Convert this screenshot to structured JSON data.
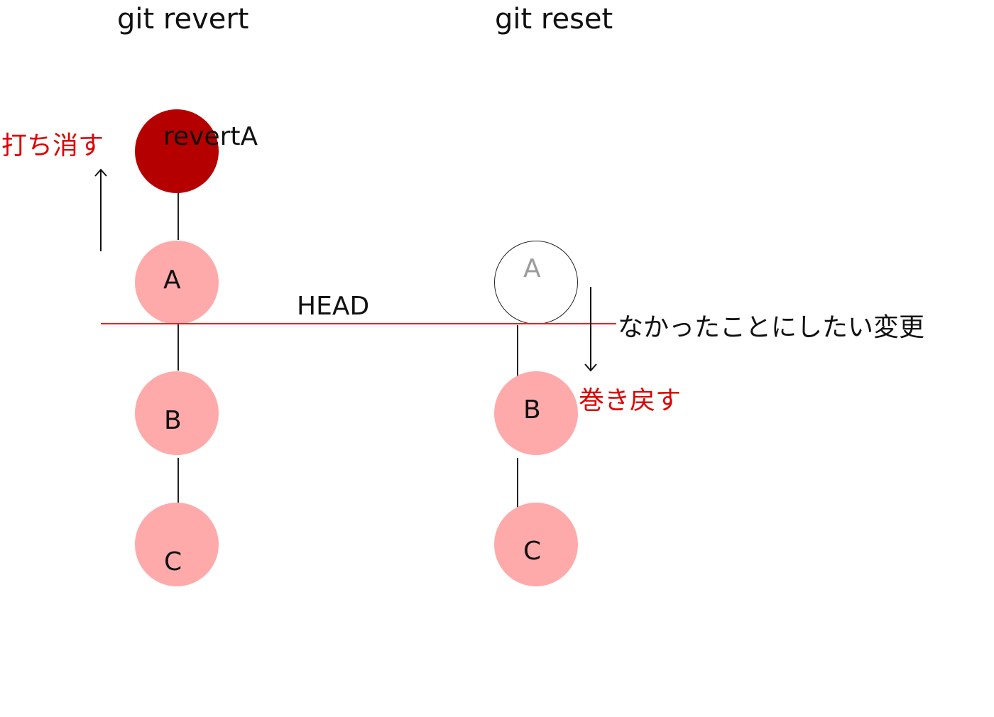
{
  "titles": {
    "revert": "git revert",
    "reset": "git reset"
  },
  "revert_column": {
    "nodes": {
      "revertA": "revertA",
      "a": "A",
      "b": "B",
      "c": "C"
    },
    "undo_label": "打ち消す"
  },
  "reset_column": {
    "nodes": {
      "a": "A",
      "b": "B",
      "c": "C"
    },
    "rewind_label": "巻き戻す"
  },
  "head_label": "HEAD",
  "change_label": "なかったことにしたい変更",
  "colors": {
    "node_fill": "#ffaaaa",
    "revert_node_fill": "#b50000",
    "head_line": "#e02424",
    "annotation_red": "#e00000"
  }
}
